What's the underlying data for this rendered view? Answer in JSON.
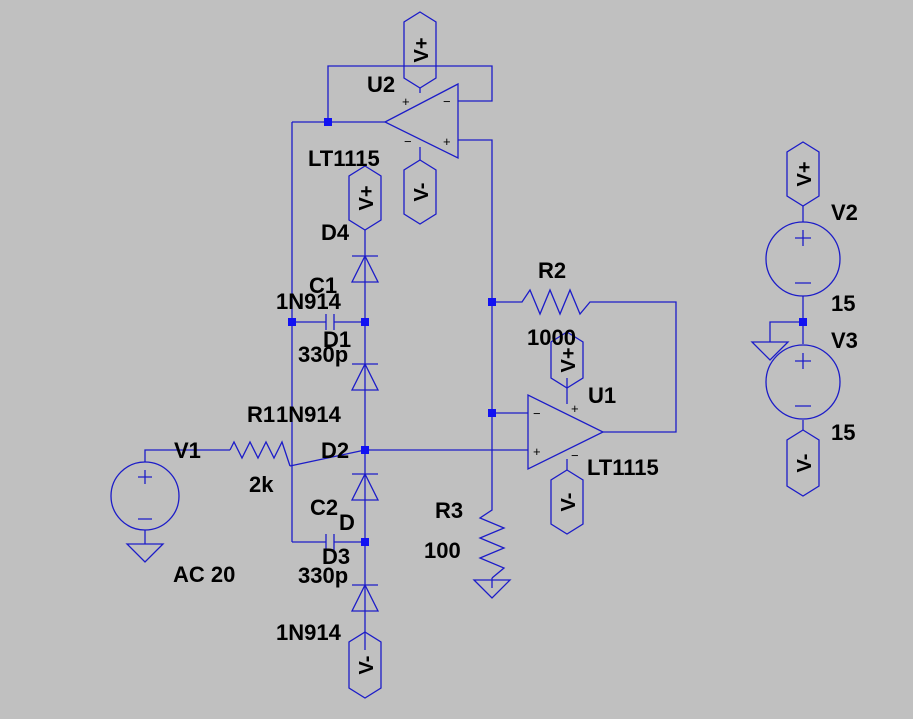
{
  "colors": {
    "background": "#c0c0c0",
    "wire": "#1c1cc8",
    "junction": "#1212f2",
    "text": "#000000"
  },
  "ports": {
    "vplus": "V+",
    "vminus": "V-"
  },
  "pins": {
    "plus": "+",
    "minus": "−"
  },
  "components": {
    "u2": {
      "ref": "U2",
      "model": "LT1115"
    },
    "u1": {
      "ref": "U1",
      "model": "LT1115"
    },
    "d4": {
      "ref": "D4"
    },
    "c1": {
      "ref": "C1",
      "value": "330p"
    },
    "d1": {
      "ref": "D1",
      "model": "1N914"
    },
    "d2": {
      "ref": "D2",
      "model": "1N914"
    },
    "d3": {
      "ref": "D3",
      "model": "1N914"
    },
    "c2": {
      "ref": "C2",
      "value": "330p"
    },
    "d_fragment": "D",
    "r1": {
      "ref": "R1",
      "value": "2k"
    },
    "r2": {
      "ref": "R2",
      "value": "1000"
    },
    "r3": {
      "ref": "R3",
      "value": "100"
    },
    "v1": {
      "ref": "V1",
      "value": "AC 20"
    },
    "v2": {
      "ref": "V2",
      "value": "15"
    },
    "v3": {
      "ref": "V3",
      "value": "15"
    }
  }
}
